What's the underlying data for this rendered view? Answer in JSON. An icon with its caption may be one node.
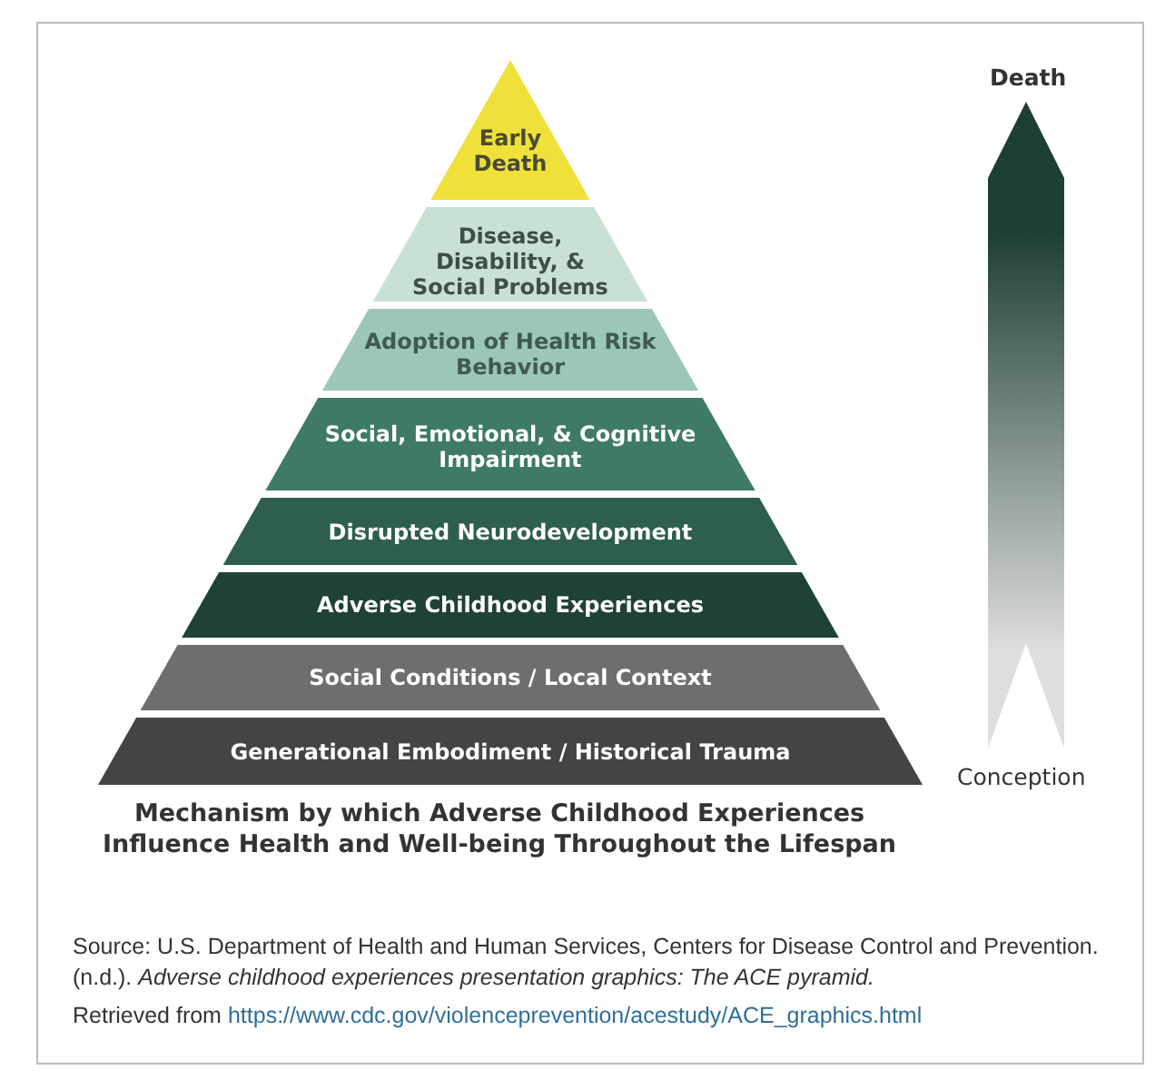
{
  "diagram": {
    "caption": "Mechanism by which Adverse Childhood Experiences Influence Health and Well-being Throughout the Lifespan",
    "nodes": [
      {
        "text": [
          "Early Death"
        ]
      },
      {
        "text": [
          "Disease, Disability, & Social Problems"
        ]
      },
      {
        "text": [
          "Adoption of Health Risk Behavior"
        ]
      },
      {
        "text": [
          "Social, Emotional, & Cognitive Impairment"
        ]
      },
      {
        "text": [
          "Disrupted Neurodevelopment"
        ]
      },
      {
        "text": [
          "Adverse Childhood Experiences"
        ]
      },
      {
        "text": [
          "Social Conditions / Local Context"
        ]
      },
      {
        "text": [
          "Generational Embodiment / Historical Trauma"
        ]
      }
    ],
    "labels": [
      "Death",
      "Conception",
      "Source: U.S. Department of Health and Human Services, Centers for Disease Control and Prevention. (n.d.). *Adverse childhood experiences presentation graphics: The ACE pyramid.*",
      "Retrieved from",
      "https://www.cdc.gov/violenceprevention/acestudy/ACE_graphics.html"
    ]
  }
}
